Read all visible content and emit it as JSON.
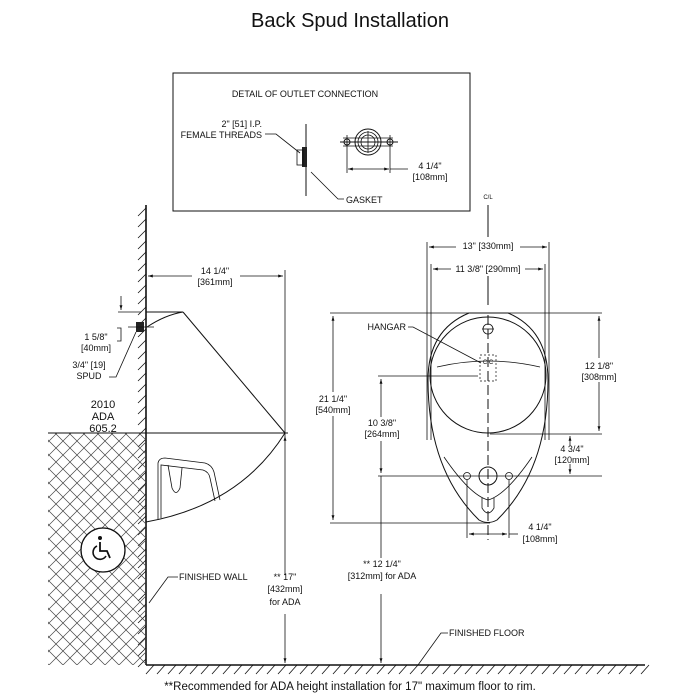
{
  "title": "Back Spud Installation",
  "detail_box": {
    "heading": "DETAIL OF OUTLET CONNECTION",
    "threads_line1": "2\" [51] I.P.",
    "threads_line2": "FEMALE THREADS",
    "width_in": "4 1/4\"",
    "width_mm": "[108mm]",
    "gasket": "GASKET"
  },
  "side_view": {
    "depth_in": "14 1/4\"",
    "depth_mm": "[361mm]",
    "spud_offset_in": "1 5/8\"",
    "spud_offset_mm": "[40mm]",
    "spud_line1": "3/4\" [19]",
    "spud_line2": "SPUD",
    "ada_line1": "2010",
    "ada_line2": "ADA",
    "ada_line3": "605.2",
    "finished_wall": "FINISHED WALL",
    "rim_height_line1": "** 17\"",
    "rim_height_line2": "[432mm]",
    "rim_height_line3": "for ADA",
    "accessibility_icon": "wheelchair-icon"
  },
  "front_view": {
    "centerline": "C/L",
    "outer_width": "13\" [330mm]",
    "inner_width": "11 3/8\" [290mm]",
    "hangar": "HANGAR",
    "height_in": "21 1/4\"",
    "height_mm": "[540mm]",
    "spud_to_outlet_in": "10 3/8\"",
    "spud_to_outlet_mm": "[264mm]",
    "bowl_in": "12 1/8\"",
    "bowl_mm": "[308mm]",
    "lower_in": "4 3/4\"",
    "lower_mm": "[120mm]",
    "bolt_in": "4 1/4\"",
    "bolt_mm": "[108mm]",
    "outlet_height_line1": "** 12 1/4\"",
    "outlet_height_line2": "[312mm] for ADA",
    "hangar_marks": "C C"
  },
  "finished_floor": "FINISHED FLOOR",
  "footnote": "**Recommended for ADA height installation for 17\" maximum floor to rim."
}
